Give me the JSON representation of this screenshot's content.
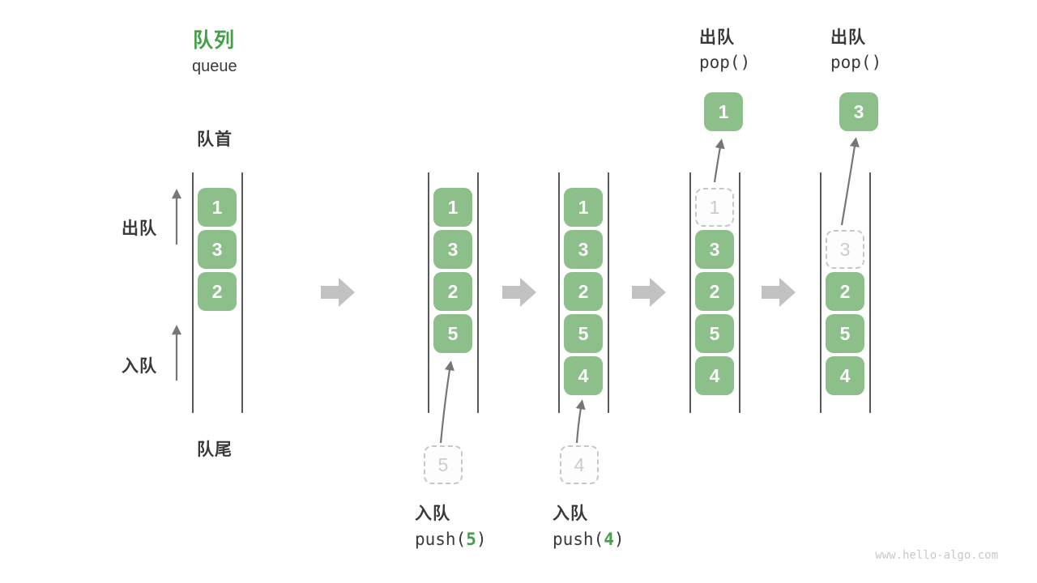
{
  "title": {
    "zh": "队列",
    "en": "queue"
  },
  "side_labels": {
    "front": "队首",
    "rear": "队尾",
    "dequeue": "出队",
    "enqueue": "入队"
  },
  "states": [
    {
      "name": "initial",
      "boxes": [
        {
          "slot": 0,
          "value": "1",
          "style": "solid"
        },
        {
          "slot": 1,
          "value": "3",
          "style": "solid"
        },
        {
          "slot": 2,
          "value": "2",
          "style": "solid"
        }
      ]
    },
    {
      "name": "after-push-5",
      "boxes": [
        {
          "slot": 0,
          "value": "1",
          "style": "solid"
        },
        {
          "slot": 1,
          "value": "3",
          "style": "solid"
        },
        {
          "slot": 2,
          "value": "2",
          "style": "solid"
        },
        {
          "slot": 3,
          "value": "5",
          "style": "solid"
        }
      ],
      "pending": {
        "value": "5"
      },
      "op": {
        "position": "bottom",
        "label": "入队",
        "code": {
          "pre": "push(",
          "arg": "5",
          "post": ")"
        }
      }
    },
    {
      "name": "after-push-4",
      "boxes": [
        {
          "slot": 0,
          "value": "1",
          "style": "solid"
        },
        {
          "slot": 1,
          "value": "3",
          "style": "solid"
        },
        {
          "slot": 2,
          "value": "2",
          "style": "solid"
        },
        {
          "slot": 3,
          "value": "5",
          "style": "solid"
        },
        {
          "slot": 4,
          "value": "4",
          "style": "solid"
        }
      ],
      "pending": {
        "value": "4"
      },
      "op": {
        "position": "bottom",
        "label": "入队",
        "code": {
          "pre": "push(",
          "arg": "4",
          "post": ")"
        }
      }
    },
    {
      "name": "after-pop-1",
      "boxes": [
        {
          "slot": 0,
          "value": "1",
          "style": "dashed"
        },
        {
          "slot": 1,
          "value": "3",
          "style": "solid"
        },
        {
          "slot": 2,
          "value": "2",
          "style": "solid"
        },
        {
          "slot": 3,
          "value": "5",
          "style": "solid"
        },
        {
          "slot": 4,
          "value": "4",
          "style": "solid"
        }
      ],
      "popped": {
        "value": "1"
      },
      "op": {
        "position": "top",
        "label": "出队",
        "code": {
          "pre": "pop(",
          "arg": "",
          "post": ")"
        }
      }
    },
    {
      "name": "after-pop-3",
      "boxes": [
        {
          "slot": 1,
          "value": "3",
          "style": "dashed"
        },
        {
          "slot": 2,
          "value": "2",
          "style": "solid"
        },
        {
          "slot": 3,
          "value": "5",
          "style": "solid"
        },
        {
          "slot": 4,
          "value": "4",
          "style": "solid"
        }
      ],
      "popped": {
        "value": "3"
      },
      "op": {
        "position": "top",
        "label": "出队",
        "code": {
          "pre": "pop(",
          "arg": "",
          "post": ")"
        }
      }
    }
  ],
  "colors": {
    "accent_green": "#43a047",
    "box_green": "#8dbf8b",
    "box_text": "#fafafa",
    "text_dark": "#3a3a3a",
    "wall_gray": "#585858",
    "thin_arrow_gray": "#767676",
    "block_arrow_gray": "#c2c2c2",
    "dashed_border": "#c7c7c7",
    "dashed_text": "#cbcbcb",
    "watermark_gray": "#c8c8c8"
  },
  "watermark": "www.hello-algo.com"
}
